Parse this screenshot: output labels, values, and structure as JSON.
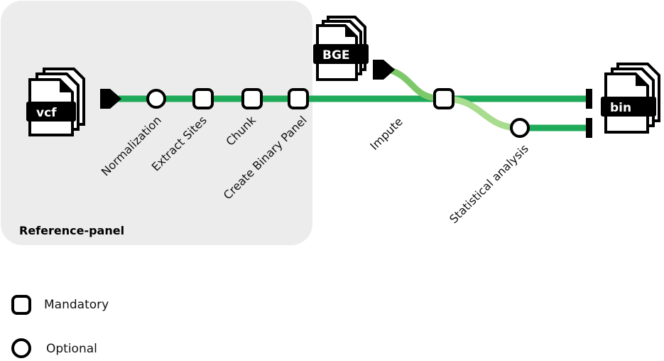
{
  "panel": {
    "title": "Reference-panel"
  },
  "files": {
    "input": "vcf",
    "model": "BGE",
    "output": "bin"
  },
  "steps": [
    {
      "label": "Normalization",
      "kind": "optional"
    },
    {
      "label": "Extract Sites",
      "kind": "mandatory"
    },
    {
      "label": "Chunk",
      "kind": "mandatory"
    },
    {
      "label": "Create Binary Panel",
      "kind": "mandatory"
    },
    {
      "label": "Impute",
      "kind": "mandatory"
    },
    {
      "label": "Statistical analysis",
      "kind": "optional"
    }
  ],
  "legend": {
    "mandatory": "Mandatory",
    "optional": "Optional"
  },
  "colors": {
    "line": "#1faa59",
    "line_light": "#a8dc8f",
    "line_mid": "#7dc96a",
    "panel_bg": "#ececec",
    "stroke": "#000000"
  }
}
